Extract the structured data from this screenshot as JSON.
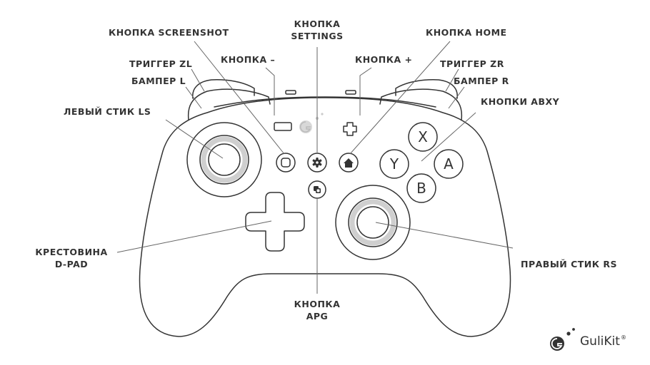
{
  "labels": {
    "screenshot": "КНОПКА SCREENSHOT",
    "settings_l1": "КНОПКА",
    "settings_l2": "SETTINGS",
    "home": "КНОПКА HOME",
    "minus": "КНОПКА –",
    "plus": "КНОПКА +",
    "trigger_zl": "ТРИГГЕР ZL",
    "bumper_l": "БАМПЕР L",
    "trigger_zr": "ТРИГГЕР ZR",
    "bumper_r": "БАМПЕР R",
    "abxy": "КНОПКИ ABXY",
    "left_stick": "ЛЕВЫЙ СТИК LS",
    "dpad_l1": "КРЕСТОВИНА",
    "dpad_l2": "D-PAD",
    "right_stick": "ПРАВЫЙ СТИК RS",
    "apg_l1": "КНОПКА",
    "apg_l2": "APG"
  },
  "face_buttons": {
    "x": "X",
    "y": "Y",
    "a": "A",
    "b": "B"
  },
  "brand": {
    "name": "GuliKit",
    "mark": "®"
  },
  "colors": {
    "line": "#333333",
    "leader": "#666666",
    "stick_gray": "#cfcfcf"
  },
  "icons": {
    "minus": "minus-icon",
    "plus": "plus-icon",
    "screenshot": "screenshot-icon",
    "settings": "gear-icon",
    "home": "home-icon",
    "apg": "apg-icon",
    "logo": "gulikit-logo-icon"
  }
}
